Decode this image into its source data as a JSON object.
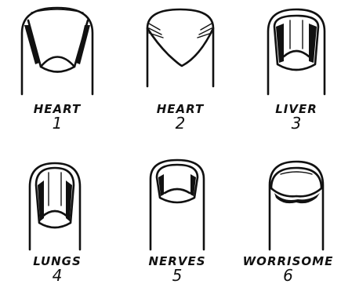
{
  "figures": [
    {
      "name": "HEART",
      "number": "1"
    },
    {
      "name": "HEART",
      "number": "2"
    },
    {
      "name": "LIVER",
      "number": "3"
    },
    {
      "name": "LUNGS",
      "number": "4"
    },
    {
      "name": "NERVES",
      "number": "5"
    },
    {
      "name": "WORRISOME",
      "number": "6"
    }
  ]
}
